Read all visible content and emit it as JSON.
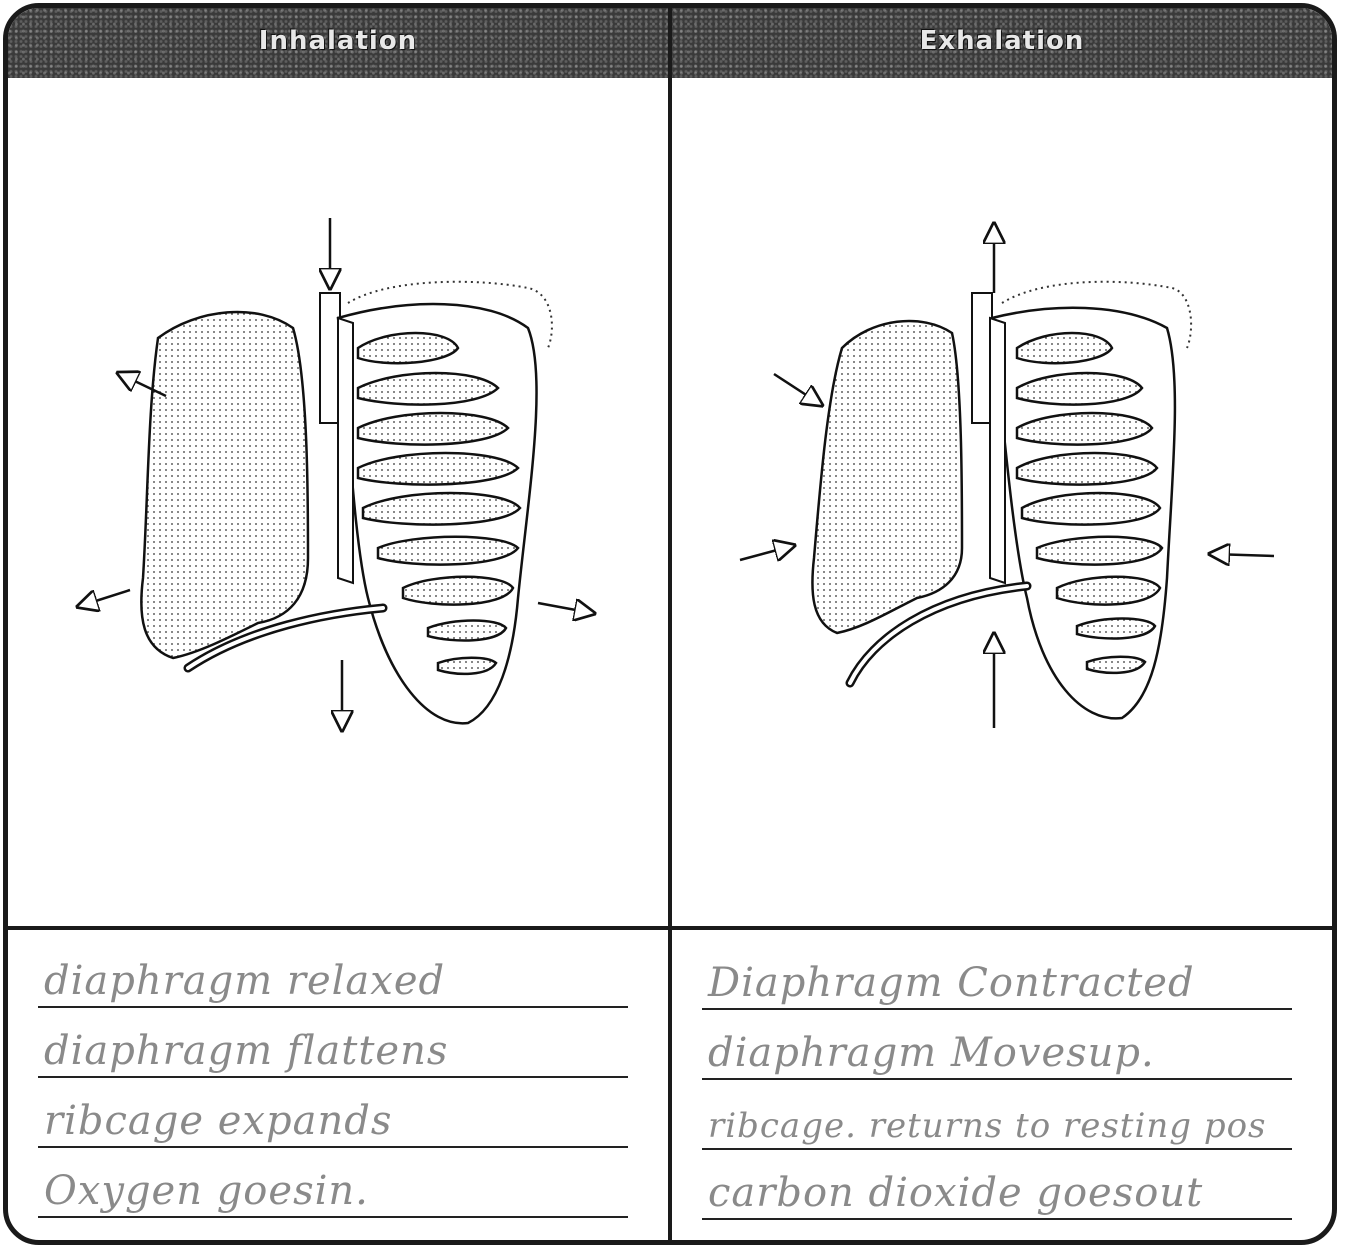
{
  "panels": {
    "inhalation": {
      "title": "Inhalation",
      "notes": [
        "diaphragm relaxed",
        "diaphragm flattens",
        "ribcage expands",
        "Oxygen goesin."
      ]
    },
    "exhalation": {
      "title": "Exhalation",
      "notes": [
        "Diaphragm Contracted",
        "diaphragm Movesup.",
        "ribcage. returns to resting pos",
        "carbon dioxide goesout"
      ]
    }
  },
  "icons": [
    "arrow-up-icon",
    "arrow-down-icon",
    "arrow-left-icon",
    "arrow-right-icon"
  ]
}
